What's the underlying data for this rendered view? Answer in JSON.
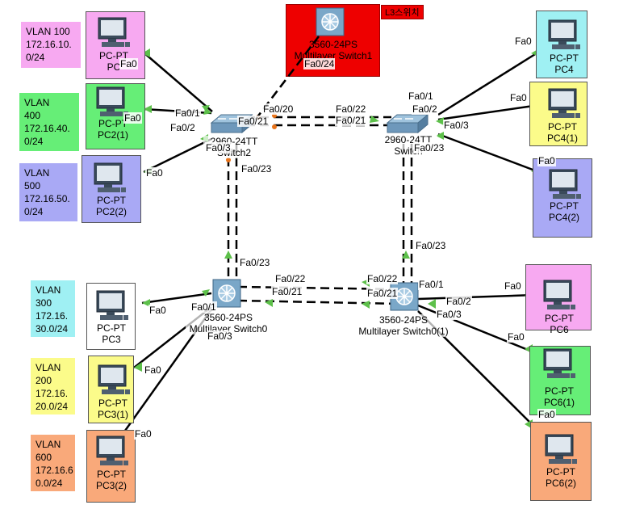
{
  "colors": {
    "pink": "#f7a9f1",
    "green": "#66ee77",
    "blue": "#a9a9f5",
    "cyan": "#9ff0f3",
    "yellow": "#fbfb8a",
    "orange": "#f9a97a",
    "red": "#ee0000"
  },
  "notes": [
    {
      "id": "vlan100",
      "text": "VLAN 100\n172.16.10.\n0/24"
    },
    {
      "id": "vlan400",
      "text": "VLAN\n400\n172.16.40.\n0/24"
    },
    {
      "id": "vlan500",
      "text": "VLAN\n500\n172.16.50.\n0/24"
    },
    {
      "id": "vlan300",
      "text": "VLAN\n300\n172.16.\n30.0/24"
    },
    {
      "id": "vlan200",
      "text": "VLAN\n200\n172.16.\n20.0/24"
    },
    {
      "id": "vlan600",
      "text": "VLAN\n600\n172.16.6\n0.0/24"
    }
  ],
  "l3_tag": "L3스위치",
  "pcs": [
    {
      "id": "pc-top",
      "label": "PC-PT\nPC"
    },
    {
      "id": "pc2-1",
      "label": "PC-PT\nPC2(1)"
    },
    {
      "id": "pc2-2",
      "label": "PC-PT\nPC2(2)"
    },
    {
      "id": "pc4",
      "label": "PC-PT\nPC4"
    },
    {
      "id": "pc4-1",
      "label": "PC-PT\nPC4(1)"
    },
    {
      "id": "pc4-2",
      "label": "PC-PT\nPC4(2)"
    },
    {
      "id": "pc3",
      "label": "PC-PT\nPC3"
    },
    {
      "id": "pc3-1",
      "label": "PC-PT\nPC3(1)"
    },
    {
      "id": "pc3-2",
      "label": "PC-PT\nPC3(2)"
    },
    {
      "id": "pc6",
      "label": "PC-PT\nPC6"
    },
    {
      "id": "pc6-1",
      "label": "PC-PT\nPC6(1)"
    },
    {
      "id": "pc6-2",
      "label": "PC-PT\nPC6(2)"
    }
  ],
  "switches": [
    {
      "id": "sw-l3-top",
      "label": "3560-24PS\nMultilayer Switch1"
    },
    {
      "id": "sw-2960-left",
      "label": "2960-24TT\nSwitch2"
    },
    {
      "id": "sw-2960-right",
      "label": "2960-24TT\nSwitch"
    },
    {
      "id": "sw-ml0",
      "label": "3560-24PS\nMultilayer Switch0"
    },
    {
      "id": "sw-ml01",
      "label": "3560-24PS\nMultilayer Switch0(1)"
    }
  ],
  "ports": [
    {
      "id": "p1",
      "text": "Fa0"
    },
    {
      "id": "p2",
      "text": "Fa0"
    },
    {
      "id": "p3",
      "text": "Fa0/1"
    },
    {
      "id": "p4",
      "text": "Fa0/2"
    },
    {
      "id": "p5",
      "text": "Fa0"
    },
    {
      "id": "p6",
      "text": "Fa0/3"
    },
    {
      "id": "p7",
      "text": "Fa0/20"
    },
    {
      "id": "p8",
      "text": "Fa0/21"
    },
    {
      "id": "p9",
      "text": "Fa0/24"
    },
    {
      "id": "p10",
      "text": "Fa0/23"
    },
    {
      "id": "p11",
      "text": "Fa0/22"
    },
    {
      "id": "p12",
      "text": "Fa0/21"
    },
    {
      "id": "p13",
      "text": "Fa0/1"
    },
    {
      "id": "p14",
      "text": "Fa0/2"
    },
    {
      "id": "p15",
      "text": "Fa0/3"
    },
    {
      "id": "p16",
      "text": "Fa0/23"
    },
    {
      "id": "p17",
      "text": "Fa0"
    },
    {
      "id": "p18",
      "text": "Fa0"
    },
    {
      "id": "p19",
      "text": "Fa0"
    },
    {
      "id": "p20",
      "text": "Fa0/23"
    },
    {
      "id": "p21",
      "text": "Fa0/23"
    },
    {
      "id": "p22",
      "text": "Fa0/22"
    },
    {
      "id": "p23",
      "text": "Fa0/21"
    },
    {
      "id": "p24",
      "text": "Fa0/22"
    },
    {
      "id": "p25",
      "text": "Fa0/21"
    },
    {
      "id": "p26",
      "text": "Fa0"
    },
    {
      "id": "p27",
      "text": "Fa0/1"
    },
    {
      "id": "p28",
      "text": "Fa0/3"
    },
    {
      "id": "p29",
      "text": "Fa0"
    },
    {
      "id": "p30",
      "text": "Fa0"
    },
    {
      "id": "p31",
      "text": "Fa0/1"
    },
    {
      "id": "p32",
      "text": "Fa0/2"
    },
    {
      "id": "p33",
      "text": "Fa0/3"
    },
    {
      "id": "p34",
      "text": "Fa0"
    },
    {
      "id": "p35",
      "text": "Fa0"
    },
    {
      "id": "p36",
      "text": "Fa0"
    }
  ]
}
